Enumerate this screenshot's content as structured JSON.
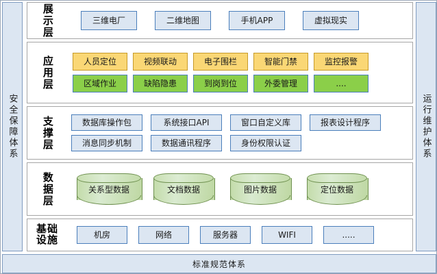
{
  "diagram": {
    "left_rail": {
      "label": "安全保障体系"
    },
    "right_rail": {
      "label": "运行维护体系"
    },
    "bottom_bar": {
      "label": "标准规范体系"
    },
    "colors": {
      "blue_fill": "#dce6f2",
      "blue_border": "#4a7ebb",
      "orange_fill": "#fad775",
      "orange_border": "#c69a29",
      "green_fill": "#8bcf49",
      "cylinder_fill": "#c4dcab",
      "cylinder_border": "#6d8f4e",
      "layer_border": "#a6a6a6",
      "rail_border": "#7f9bc0"
    },
    "layers": [
      {
        "id": "presentation",
        "label": "展示层",
        "label_mode": "vertical",
        "rows": [
          {
            "items": [
              {
                "label": "三维电厂",
                "style": "blue"
              },
              {
                "label": "二维地图",
                "style": "blue"
              },
              {
                "label": "手机APP",
                "style": "blue"
              },
              {
                "label": "虚拟现实",
                "style": "blue"
              }
            ]
          }
        ]
      },
      {
        "id": "application",
        "label": "应用层",
        "label_mode": "vertical",
        "rows": [
          {
            "items": [
              {
                "label": "人员定位",
                "style": "orange"
              },
              {
                "label": "视频联动",
                "style": "orange"
              },
              {
                "label": "电子围栏",
                "style": "orange"
              },
              {
                "label": "智能门禁",
                "style": "orange"
              },
              {
                "label": "监控报警",
                "style": "orange"
              }
            ]
          },
          {
            "items": [
              {
                "label": "区域作业",
                "style": "green"
              },
              {
                "label": "缺陷隐患",
                "style": "green"
              },
              {
                "label": "到岗到位",
                "style": "green"
              },
              {
                "label": "外委管理",
                "style": "green"
              },
              {
                "label": "....",
                "style": "green"
              }
            ]
          }
        ]
      },
      {
        "id": "support",
        "label": "支撑层",
        "label_mode": "vertical",
        "rows": [
          {
            "items": [
              {
                "label": "数据库操作包",
                "style": "blue"
              },
              {
                "label": "系统接口API",
                "style": "blue"
              },
              {
                "label": "窗口自定义库",
                "style": "blue"
              },
              {
                "label": "报表设计程序",
                "style": "blue"
              }
            ]
          },
          {
            "items": [
              {
                "label": "消息同步机制",
                "style": "blue"
              },
              {
                "label": "数据通讯程序",
                "style": "blue"
              },
              {
                "label": "身份权限认证",
                "style": "blue"
              }
            ]
          }
        ]
      },
      {
        "id": "data",
        "label": "数据层",
        "label_mode": "vertical",
        "rows": [
          {
            "items": [
              {
                "label": "关系型数据",
                "style": "cylinder"
              },
              {
                "label": "文档数据",
                "style": "cylinder"
              },
              {
                "label": "图片数据",
                "style": "cylinder"
              },
              {
                "label": "定位数据",
                "style": "cylinder"
              }
            ]
          }
        ]
      },
      {
        "id": "infrastructure",
        "label": "基础设施",
        "label_mode": "wrap2",
        "label_lines": [
          "基础",
          "设施"
        ],
        "rows": [
          {
            "items": [
              {
                "label": "机房",
                "style": "blue"
              },
              {
                "label": "网络",
                "style": "blue"
              },
              {
                "label": "服务器",
                "style": "blue"
              },
              {
                "label": "WIFI",
                "style": "blue"
              },
              {
                "label": ".....",
                "style": "blue"
              }
            ]
          }
        ]
      }
    ]
  }
}
